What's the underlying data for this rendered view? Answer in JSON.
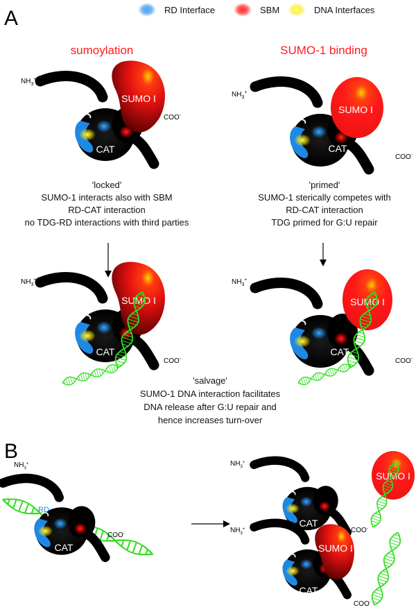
{
  "panels": {
    "a": "A",
    "b": "B"
  },
  "legend": {
    "items": [
      {
        "label": "RD Interface",
        "color": "#1e88e5"
      },
      {
        "label": "SBM",
        "color": "#ff0000"
      },
      {
        "label": "DNA Interfaces",
        "color": "#ffe600"
      }
    ]
  },
  "titles": {
    "left": "sumoylation",
    "right": "SUMO-1 binding"
  },
  "labels": {
    "sumo": "SUMO I",
    "cat": "CAT",
    "rd": "RD",
    "nh3": "NH",
    "nh3_sub": "3",
    "nh3_sup": "+",
    "coo": "COO",
    "coo_sup": "-"
  },
  "captions": {
    "locked": [
      "'locked'",
      "SUMO-1 interacts also with SBM",
      "RD-CAT interaction",
      "no TDG-RD interactions with third parties"
    ],
    "primed": [
      "'primed'",
      "SUMO-1 sterically competes with",
      "RD-CAT interaction",
      "TDG primed for G:U repair"
    ],
    "salvage": [
      "'salvage'",
      "SUMO-1 DNA interaction facilitates",
      "DNA release after G:U repair and",
      "hence increases turn-over"
    ]
  },
  "colors": {
    "sumo_red": "#ff1a1a",
    "dark_red": "#6b0000",
    "rd_blue": "#1e88e5",
    "dna_green": "#33dd22",
    "title_red": "#ff1a1a"
  }
}
